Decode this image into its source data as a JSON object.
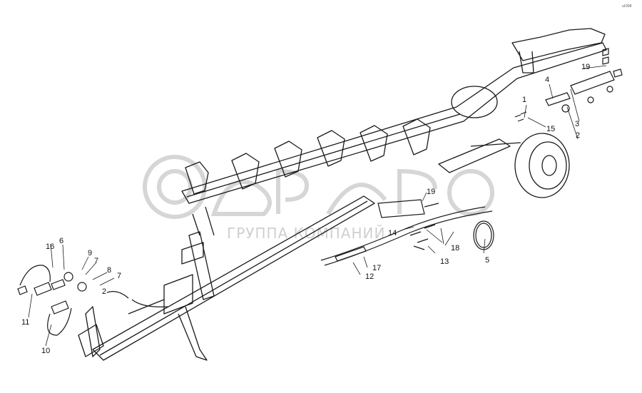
{
  "diagram": {
    "corner_code": "ut 008",
    "watermark": {
      "brand_text": "белагро",
      "tagline": "ГРУППА КОМПАНИЙ"
    },
    "callouts": {
      "c1": "1",
      "c2a": "2",
      "c2b": "2",
      "c3": "3",
      "c4": "4",
      "c5": "5",
      "c6": "6",
      "c7a": "7",
      "c7b": "7",
      "c8": "8",
      "c9": "9",
      "c10": "10",
      "c11": "11",
      "c12": "12",
      "c13": "13",
      "c14": "14",
      "c15": "15",
      "c16": "16",
      "c17": "17",
      "c18": "18",
      "c19a": "19",
      "c19b": "19"
    }
  },
  "colors": {
    "line": "#1a1a1a",
    "watermark": "#d0d0d0"
  }
}
